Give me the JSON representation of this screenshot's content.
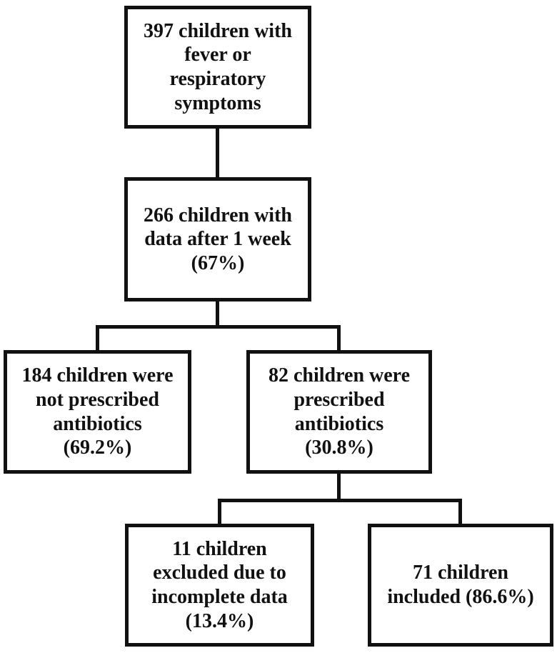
{
  "diagram": {
    "type": "flowchart",
    "description": "Study participant flow diagram",
    "background_color": "#ffffff",
    "line_color": "#111111",
    "text_color": "#111111"
  },
  "nodes": [
    {
      "id": "fever-respiratory",
      "text": "397 children with\nfever or\nrespiratory\nsymptoms"
    },
    {
      "id": "followup-1-week",
      "text": "266 children with\ndata after 1 week\n(67%)"
    },
    {
      "id": "no-antibiotics",
      "text": "184 children were\nnot prescribed\nantibiotics\n(69.2%)"
    },
    {
      "id": "antibiotics",
      "text": "82 children were\nprescribed\nantibiotics\n(30.8%)"
    },
    {
      "id": "excluded-incomplete",
      "text": "11 children\nexcluded due to\nincomplete data\n(13.4%)"
    },
    {
      "id": "included",
      "text": "71 children\nincluded (86.6%)"
    }
  ],
  "edges": [
    {
      "from": "fever-respiratory",
      "to": "followup-1-week"
    },
    {
      "from": "followup-1-week",
      "to": "no-antibiotics"
    },
    {
      "from": "followup-1-week",
      "to": "antibiotics"
    },
    {
      "from": "antibiotics",
      "to": "excluded-incomplete"
    },
    {
      "from": "antibiotics",
      "to": "included"
    }
  ]
}
